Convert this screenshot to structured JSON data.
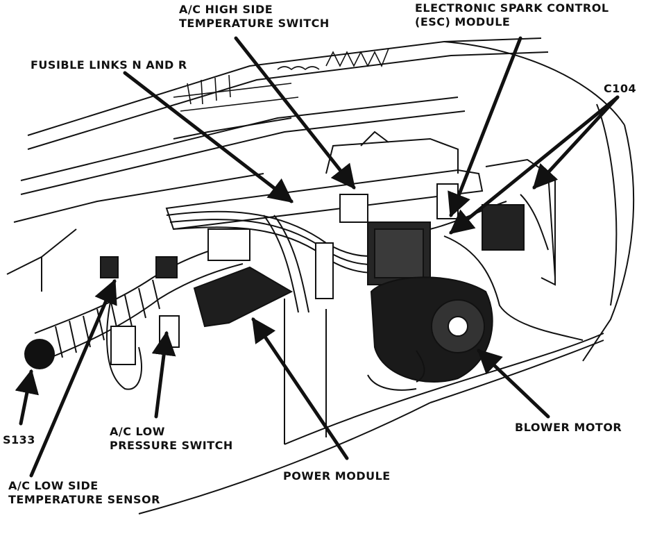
{
  "labels": {
    "ac_high_side": [
      "A/C HIGH SIDE",
      "TEMPERATURE SWITCH"
    ],
    "esc_module": [
      "ELECTRONIC SPARK CONTROL",
      "(ESC) MODULE"
    ],
    "fusible_links": "FUSIBLE LINKS N AND R",
    "c104": "C104",
    "s133": "S133",
    "ac_low_pressure": [
      "A/C LOW",
      "PRESSURE SWITCH"
    ],
    "blower_motor": "BLOWER MOTOR",
    "power_module": "POWER MODULE",
    "ac_low_side": [
      "A/C LOW SIDE",
      "TEMPERATURE SENSOR"
    ]
  },
  "colors": {
    "ink": "#111111",
    "background": "#ffffff"
  }
}
